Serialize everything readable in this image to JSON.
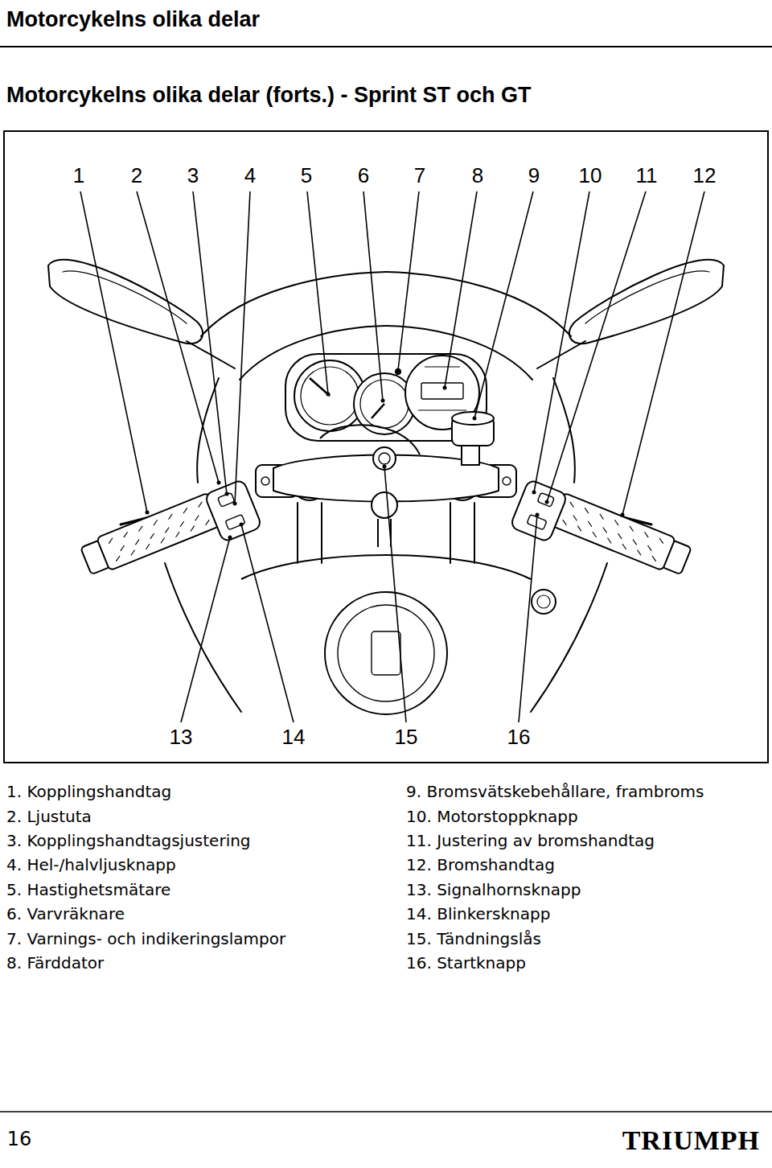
{
  "diagram": {
    "title": "Motorcykelns olika delar (forts.) - Sprint ST och GT",
    "labels": [
      "Motorcykelns olika delar",
      "1",
      "2",
      "3",
      "4",
      "5",
      "6",
      "7",
      "8",
      "9",
      "10",
      "11",
      "12",
      "13",
      "14",
      "15",
      "16",
      "1. Kopplingshandtag",
      "2. Ljustuta",
      "3. Kopplingshandtagsjustering",
      "4. Hel-/halvljusknapp",
      "5. Hastighetsmätare",
      "6. Varvräknare",
      "7. Varnings- och indikeringslampor",
      "8. Färddator",
      "9. Bromsvätskebehållare, frambroms",
      "10. Motorstoppknapp",
      "11. Justering av bromshandtag",
      "12. Bromshandtag",
      "13. Signalhornsknapp",
      "14. Blinkersknapp",
      "15. Tändningslås",
      "16. Startknapp",
      "16",
      "TRIUMPH"
    ]
  }
}
